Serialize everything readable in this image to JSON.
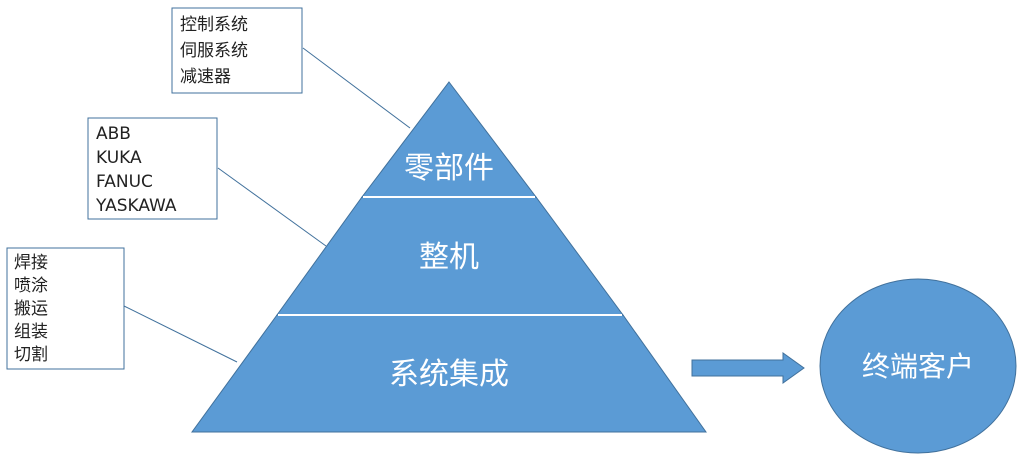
{
  "colors": {
    "fill": "#5b9bd5",
    "stroke": "#41719c",
    "connector": "#41719c",
    "box_border": "#41719c"
  },
  "pyramid": {
    "top_label": "零部件",
    "middle_label": "整机",
    "bottom_label": "系统集成"
  },
  "boxes": {
    "components": [
      "控制系统",
      "伺服系统",
      "减速器"
    ],
    "brands": [
      "ABB",
      "KUKA",
      "FANUC",
      "YASKAWA"
    ],
    "applications": [
      "焊接",
      "喷涂",
      "搬运",
      "组装",
      "切割"
    ]
  },
  "customer": {
    "label": "终端客户"
  }
}
